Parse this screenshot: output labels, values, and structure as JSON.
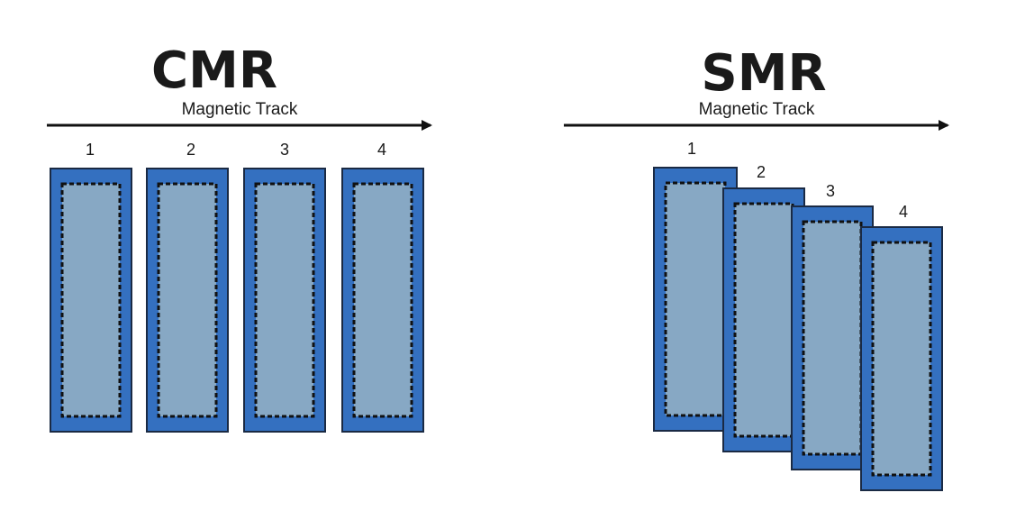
{
  "cmr": {
    "title": "CMR",
    "axis_label": "Magnetic Track",
    "tracks": [
      "1",
      "2",
      "3",
      "4"
    ]
  },
  "smr": {
    "title": "SMR",
    "axis_label": "Magnetic Track",
    "tracks": [
      "1",
      "2",
      "3",
      "4"
    ]
  },
  "colors": {
    "track_outer": "#3470c0",
    "track_inner": "#87a8c4",
    "outline": "#1a2a44",
    "dash": "#111111",
    "text": "#1a1a1a"
  }
}
